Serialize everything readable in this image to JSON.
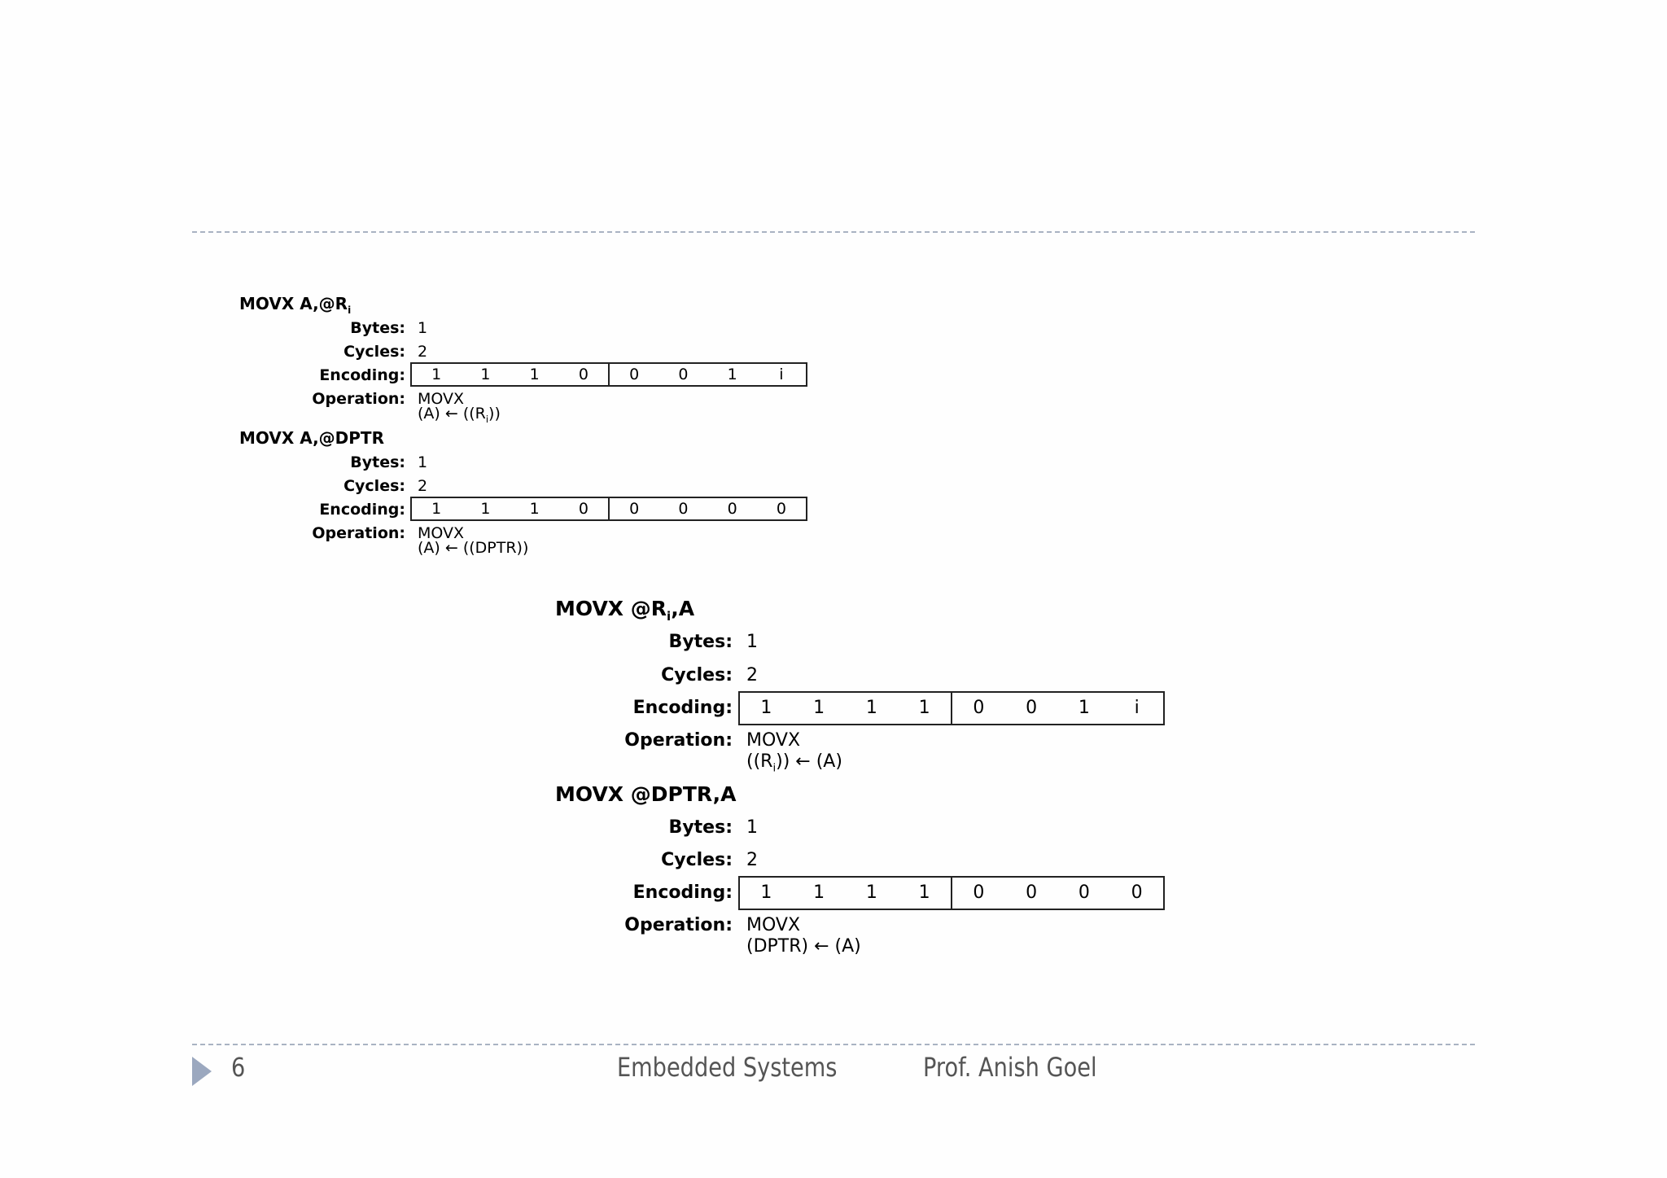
{
  "instructions": [
    {
      "title_main": "MOVX A,@R",
      "title_sub": "i",
      "title_tail": "",
      "bytes": "1",
      "cycles": "2",
      "encoding_bits": [
        "1",
        "1",
        "1",
        "0",
        "0",
        "0",
        "1",
        "i"
      ],
      "op_name": "MOVX",
      "op_pre": "(A) ← ((R",
      "op_sub": "i",
      "op_post": "))"
    },
    {
      "title_main": "MOVX A,@DPTR",
      "title_sub": "",
      "title_tail": "",
      "bytes": "1",
      "cycles": "2",
      "encoding_bits": [
        "1",
        "1",
        "1",
        "0",
        "0",
        "0",
        "0",
        "0"
      ],
      "op_name": "MOVX",
      "op_pre": "(A) ← ((DPTR))",
      "op_sub": "",
      "op_post": ""
    },
    {
      "title_main": "MOVX @R",
      "title_sub": "i",
      "title_tail": ",A",
      "bytes": "1",
      "cycles": "2",
      "encoding_bits": [
        "1",
        "1",
        "1",
        "1",
        "0",
        "0",
        "1",
        "i"
      ],
      "op_name": "MOVX",
      "op_pre": "((R",
      "op_sub": "i",
      "op_post": ")) ← (A)"
    },
    {
      "title_main": "MOVX @DPTR,A",
      "title_sub": "",
      "title_tail": "",
      "bytes": "1",
      "cycles": "2",
      "encoding_bits": [
        "1",
        "1",
        "1",
        "1",
        "0",
        "0",
        "0",
        "0"
      ],
      "op_name": "MOVX",
      "op_pre": "(DPTR) ← (A)",
      "op_sub": "",
      "op_post": ""
    }
  ],
  "labels": {
    "bytes": "Bytes:",
    "cycles": "Cycles:",
    "encoding": "Encoding:",
    "operation": "Operation:"
  },
  "footer": {
    "page_number": "6",
    "course": "Embedded Systems",
    "author": "Prof. Anish Goel"
  }
}
